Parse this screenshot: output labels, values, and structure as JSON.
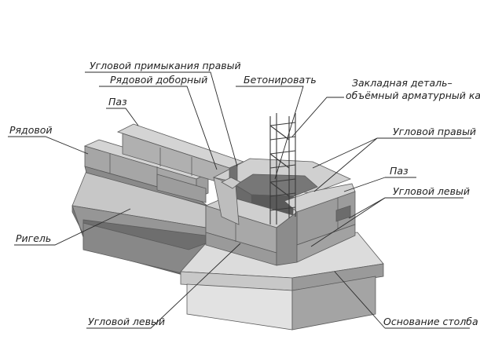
{
  "labels": {
    "corner_adjoining_right": "Угловой примыкания правый",
    "row_additional": "Рядовой доборный",
    "concrete": "Бетонировать",
    "embedded_part": "Закладная деталь–",
    "embedded_part_2": "объёмный арматурный каркас",
    "groove_top": "Паз",
    "row": "Рядовой",
    "corner_right": "Угловой правый",
    "groove_right": "Паз",
    "corner_left_right": "Угловой левый",
    "girder": "Ригель",
    "corner_left_bottom": "Угловой левый",
    "column_base": "Основание столба"
  },
  "colors": {
    "top_face": "#cfcfcf",
    "front_face": "#9a9a9a",
    "side_face": "#7c7c7c",
    "dark_face": "#5f5f5f",
    "base_top": "#d8d8d8",
    "base_front": "#bdbdbd",
    "base_side": "#8e8e8e",
    "leader": "#2a2a2a",
    "text": "#222222"
  }
}
